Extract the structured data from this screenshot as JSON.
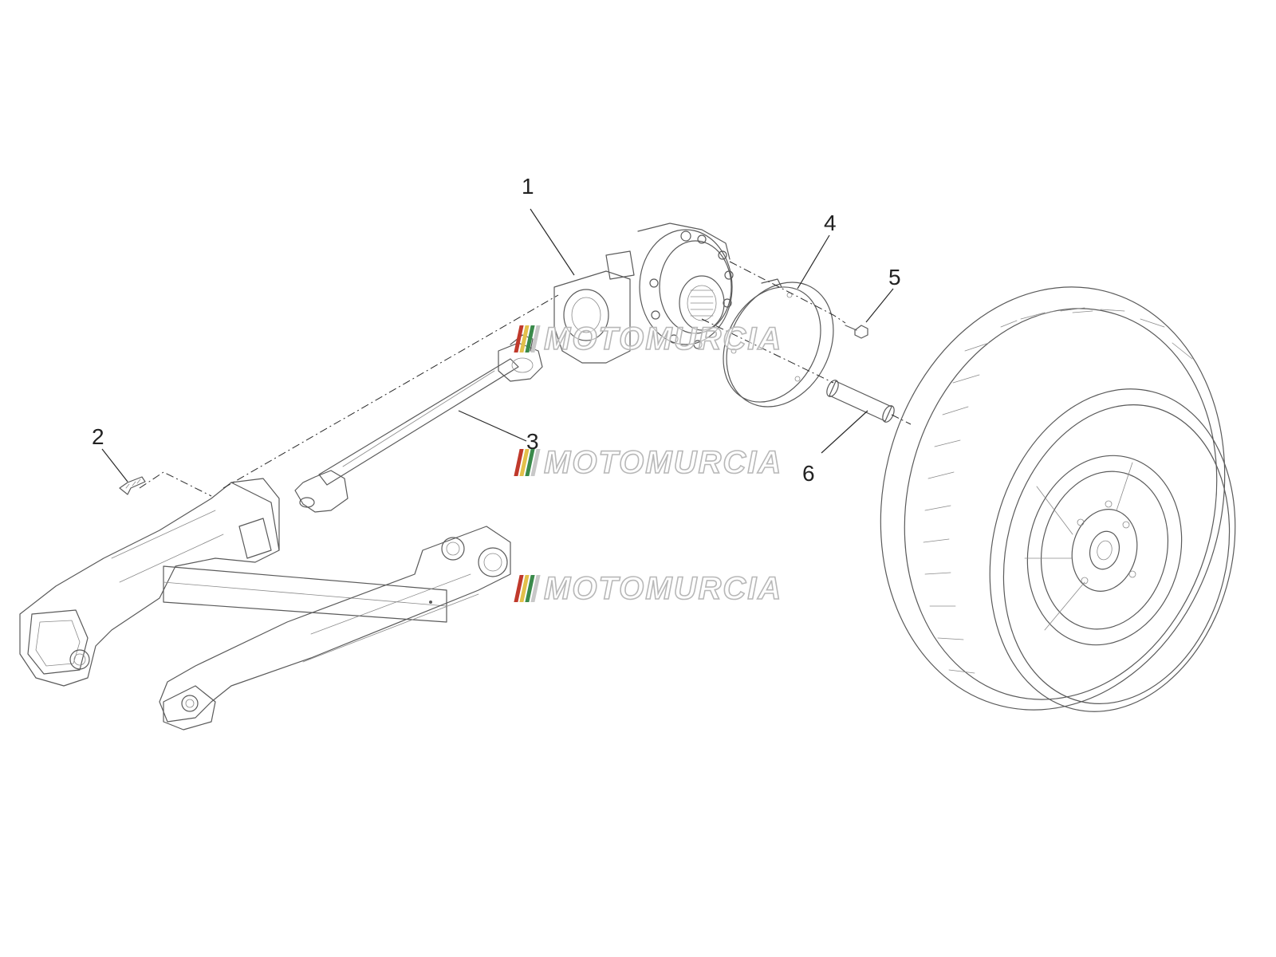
{
  "callouts": [
    "1",
    "2",
    "3",
    "4",
    "5",
    "6"
  ],
  "watermark": {
    "text": "MOTOMURCIA",
    "flag_colors": [
      "#c0392b",
      "#e3c04a",
      "#3a8a4a",
      "#c8c8c8"
    ]
  },
  "colors": {
    "line": "#5a5a5a",
    "leader": "#2a2a2a",
    "background": "#ffffff"
  }
}
